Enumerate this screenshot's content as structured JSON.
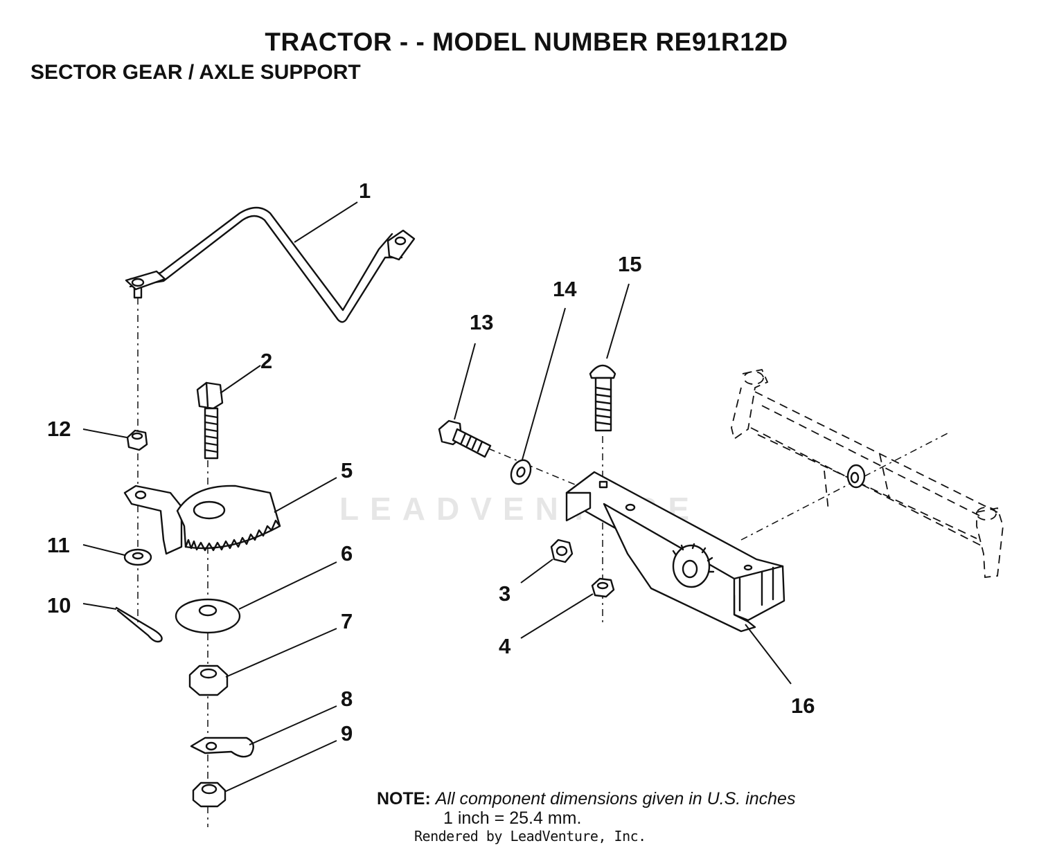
{
  "header": {
    "title": "TRACTOR - - MODEL NUMBER RE91R12D",
    "subtitle": "SECTOR GEAR / AXLE SUPPORT"
  },
  "callouts": [
    "1",
    "2",
    "3",
    "4",
    "5",
    "6",
    "7",
    "8",
    "9",
    "10",
    "11",
    "12",
    "13",
    "14",
    "15",
    "16"
  ],
  "note": {
    "label": "NOTE:",
    "line1": "All component dimensions given in U.S. inches",
    "line2": "1 inch = 25.4 mm."
  },
  "footer": {
    "rendered_by": "Rendered by LeadVenture, Inc."
  },
  "watermark": {
    "text": "LEADVENTURE"
  }
}
